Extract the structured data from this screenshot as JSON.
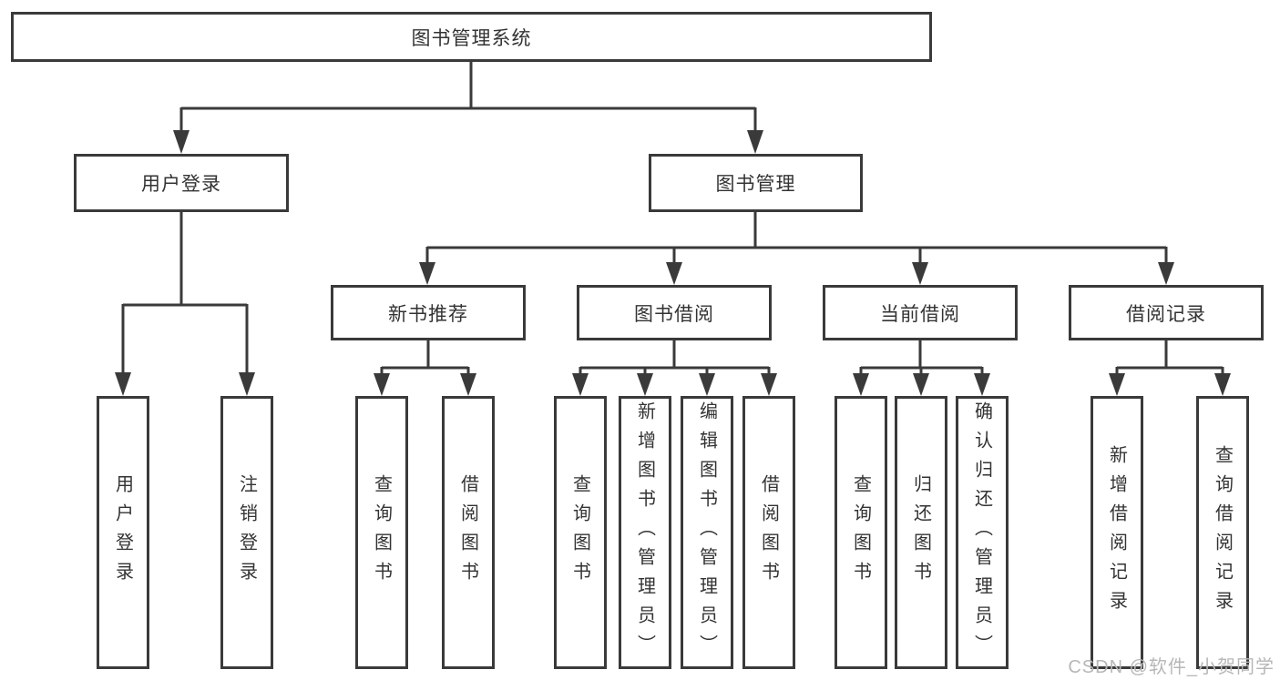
{
  "diagram": {
    "root": {
      "label": "图书管理系统"
    },
    "level1": {
      "user_login": {
        "label": "用户登录"
      },
      "book_management": {
        "label": "图书管理"
      }
    },
    "level2": {
      "new_book_recommend": {
        "label": "新书推荐"
      },
      "book_borrow": {
        "label": "图书借阅"
      },
      "current_borrow": {
        "label": "当前借阅"
      },
      "borrow_records": {
        "label": "借阅记录"
      }
    },
    "leaves": {
      "user_login": [
        "用户登录",
        "注销登录"
      ],
      "new_book_recommend": [
        "查询图书",
        "借阅图书"
      ],
      "book_borrow": [
        "查询图书",
        "新增图书（管理员）",
        "编辑图书（管理员）",
        "借阅图书"
      ],
      "current_borrow": [
        "查询图书",
        "归还图书",
        "确认归还（管理员）"
      ],
      "borrow_records": [
        "新增借阅记录",
        "查询借阅记录"
      ]
    }
  },
  "watermark": "CSDN @软件_小贺同学",
  "colors": {
    "line": "#3a3a3a",
    "text": "#333333",
    "watermark": "#b7b7b7",
    "background": "#ffffff"
  }
}
